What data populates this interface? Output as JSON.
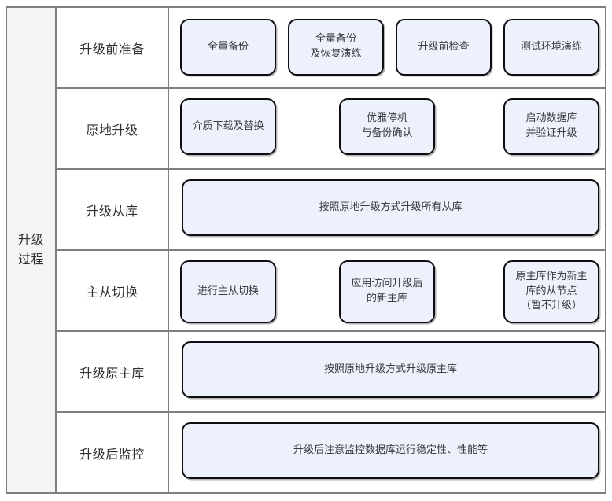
{
  "diagram": {
    "type": "table-flow",
    "group_label": "升级过程",
    "colors": {
      "node_fill": "#edf1fb",
      "node_border": "#0e0e12",
      "grid_line": "#7f7f7f",
      "group_col_bg": "#f4f4f4",
      "text": "#3a3a42"
    },
    "rows": [
      {
        "stage": "升级前准备",
        "layout": "four-up",
        "nodes": [
          {
            "text": "全量备份"
          },
          {
            "text": "全量备份\n及恢复演练"
          },
          {
            "text": "升级前检查"
          },
          {
            "text": "测试环境演练"
          }
        ]
      },
      {
        "stage": "原地升级",
        "layout": "three-spread",
        "nodes": [
          {
            "text": "介质下载及替换"
          },
          {
            "text": "优雅停机\n与备份确认"
          },
          {
            "text": "启动数据库\n并验证升级"
          }
        ]
      },
      {
        "stage": "升级从库",
        "layout": "single-wide",
        "nodes": [
          {
            "text": "按照原地升级方式升级所有从库"
          }
        ]
      },
      {
        "stage": "主从切换",
        "layout": "three-spread",
        "nodes": [
          {
            "text": "进行主从切换"
          },
          {
            "text": "应用访问升级后\n的新主库"
          },
          {
            "text": "原主库作为新主\n库的从节点\n（暂不升级）"
          }
        ]
      },
      {
        "stage": "升级原主库",
        "layout": "single-wide",
        "nodes": [
          {
            "text": "按照原地升级方式升级原主库"
          }
        ]
      },
      {
        "stage": "升级后监控",
        "layout": "single-wide",
        "nodes": [
          {
            "text": "升级后注意监控数据库运行稳定性、性能等"
          }
        ]
      }
    ]
  }
}
